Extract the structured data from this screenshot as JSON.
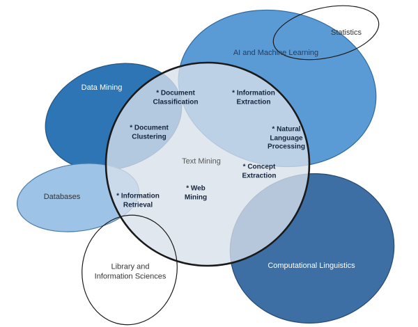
{
  "diagram": {
    "center": {
      "label": "Text Mining"
    },
    "fields": {
      "statistics": {
        "label": "Statistics"
      },
      "ai_ml": {
        "label": "AI and Machine Learning"
      },
      "data_mining": {
        "label": "Data Mining"
      },
      "databases": {
        "label": "Databases"
      },
      "library": {
        "label": "Library and\nInformation Sciences"
      },
      "comp_ling": {
        "label": "Computational Linguistics"
      }
    },
    "topics": {
      "document_classification": "* Document\nClassification",
      "information_extraction": "* Information\nExtraction",
      "document_clustering": "* Document\nClustering",
      "nlp": "* Natural\nLanguage\nProcessing",
      "concept_extraction": "* Concept\nExtraction",
      "information_retrieval": "* Information\nRetrieval",
      "web_mining": "* Web\nMining"
    },
    "colors": {
      "data_mining": "#2E75B6",
      "ai_ml": "#5B9BD5",
      "databases": "#9DC3E6",
      "comp_ling": "#3D6FA5",
      "text_mining_fill": "#D9E0EA",
      "outline": "#1a1a1a"
    }
  }
}
